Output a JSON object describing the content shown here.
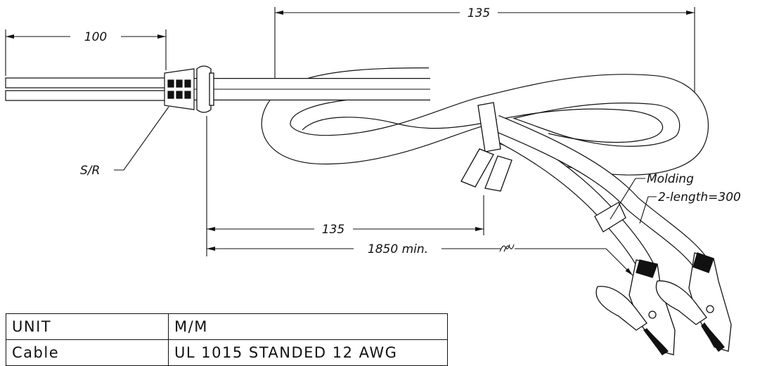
{
  "dimensions": {
    "strip_length": "100",
    "loop_width": "135",
    "grommet_to_bundle": "135",
    "total_length": "1850  min."
  },
  "labels": {
    "strain_relief": "S/R",
    "molding": "Molding",
    "lead_length": "2-length=300"
  },
  "spec_table": {
    "rows": [
      {
        "key": "UNIT",
        "value": "M/M"
      },
      {
        "key": "Cable",
        "value": "UL 1015 STANDED 12 AWG"
      }
    ]
  }
}
